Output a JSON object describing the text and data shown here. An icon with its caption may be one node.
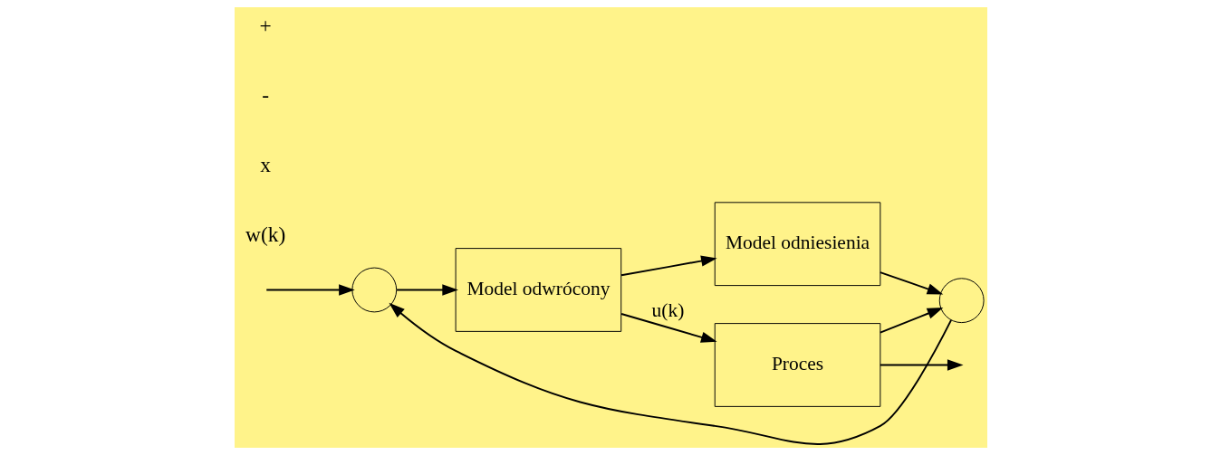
{
  "diagram": {
    "nodes": [
      {
        "text": [],
        "shape": "circle"
      },
      {
        "text": [
          "Model odwrócony"
        ]
      },
      {
        "text": [
          "Model odniesienia"
        ]
      },
      {
        "text": [
          "Proces"
        ]
      },
      {
        "text": [],
        "shape": "circle"
      }
    ],
    "edges": [
      {
        "from": null,
        "to": 0,
        "arrow": "to"
      },
      {
        "from": 0,
        "to": 1,
        "arrow": "to"
      },
      {
        "from": 1,
        "to": 2,
        "arrow": "to"
      },
      {
        "from": 1,
        "to": 3,
        "arrow": "to",
        "label": "u(k)"
      },
      {
        "from": 3,
        "to": null,
        "arrow": "to"
      },
      {
        "from": 2,
        "to": 4,
        "arrow": "to"
      },
      {
        "from": 3,
        "to": 4,
        "arrow": "to"
      },
      {
        "from": 4,
        "to": 0,
        "arrow": "to"
      }
    ],
    "labels": [
      "w(k)",
      "x",
      "-",
      "+"
    ]
  }
}
